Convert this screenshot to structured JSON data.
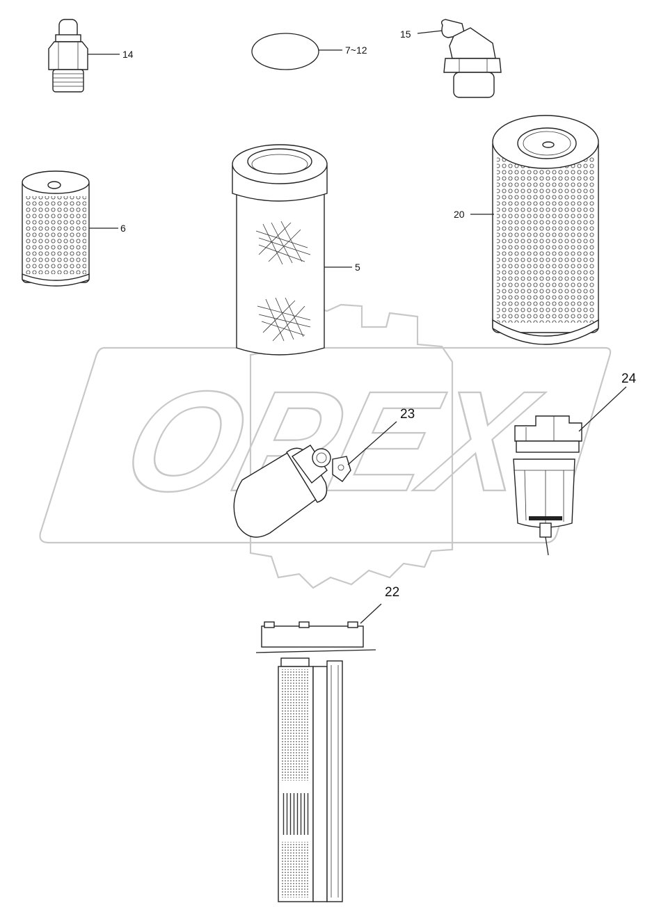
{
  "watermark": {
    "text": "OPEX"
  },
  "colors": {
    "line": "#222222",
    "watermark": "#c8c8c8",
    "background": "#ffffff"
  },
  "callouts": {
    "c14": "14",
    "c7_12": "7~12",
    "c15": "15",
    "c6": "6",
    "c5": "5",
    "c20": "20",
    "c24": "24",
    "c23": "23",
    "c22": "22"
  }
}
